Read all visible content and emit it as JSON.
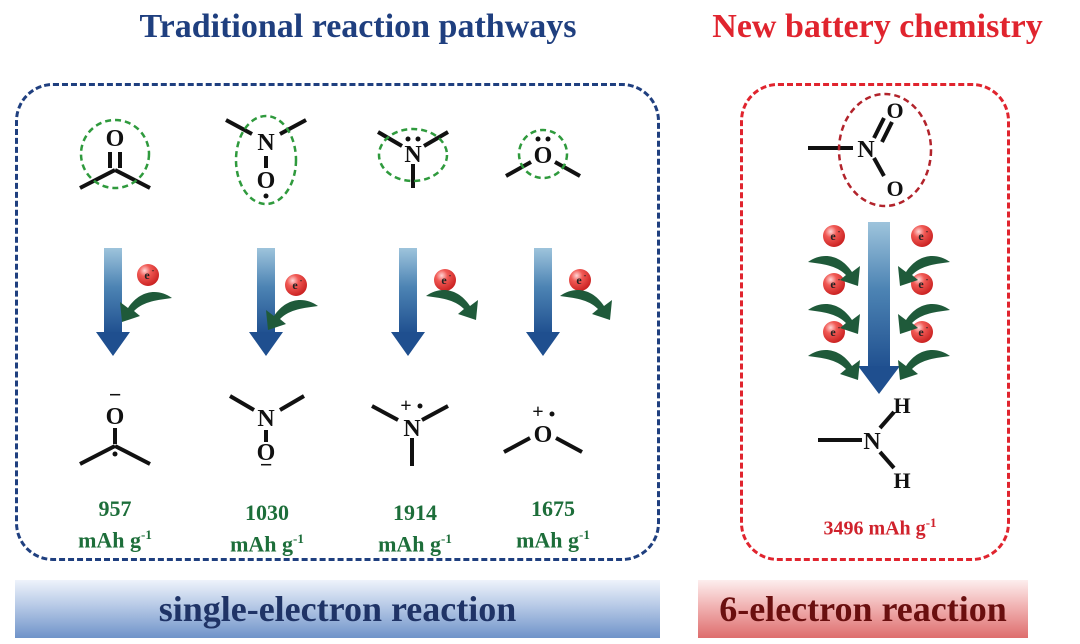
{
  "titles": {
    "traditional": "Traditional reaction pathways",
    "new": "New battery chemistry"
  },
  "atoms": {
    "oxygen": "O",
    "nitrogen": "N",
    "hydrogen": "H",
    "electron": "e",
    "electron_sup": "-",
    "minus": "−",
    "plus": "+"
  },
  "capacities": [
    {
      "value": "957",
      "unit": "mAh g",
      "sup": "-1"
    },
    {
      "value": "1030",
      "unit": "mAh g",
      "sup": "-1"
    },
    {
      "value": "1914",
      "unit": "mAh g",
      "sup": "-1"
    },
    {
      "value": "1675",
      "unit": "mAh g",
      "sup": "-1"
    }
  ],
  "new_capacity": {
    "text": "3496 mAh g",
    "sup": "-1"
  },
  "bars": {
    "left": "single-electron reaction",
    "right": "6-electron reaction"
  },
  "colors": {
    "blue": "#1f3f7f",
    "red": "#e0242e",
    "green": "#1d6e3a",
    "electron": "#e8322e",
    "curve": "#1f5a3a"
  }
}
